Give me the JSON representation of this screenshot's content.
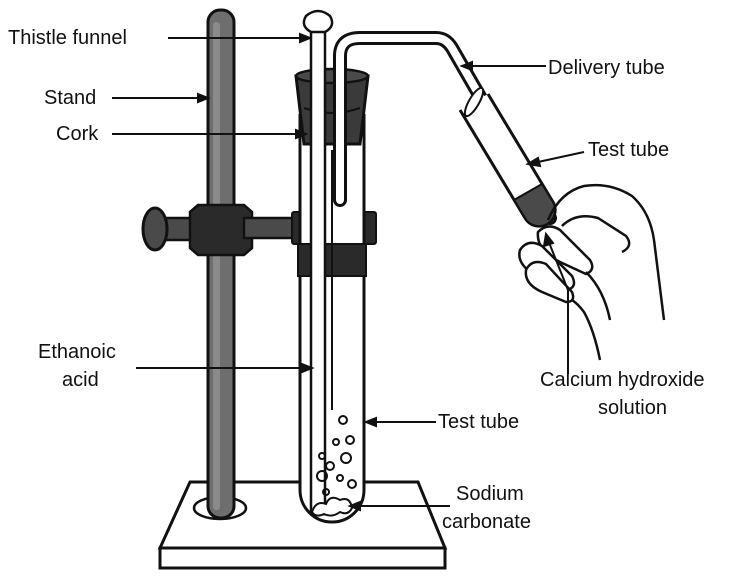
{
  "labels": {
    "thistle_funnel": "Thistle funnel",
    "stand": "Stand",
    "cork": "Cork",
    "ethanoic_acid_line1": "Ethanoic",
    "ethanoic_acid_line2": "acid",
    "delivery_tube": "Delivery tube",
    "test_tube_right": "Test tube",
    "test_tube_center": "Test tube",
    "calcium_line1": "Calcium hydroxide",
    "calcium_line2": "solution",
    "sodium_line1": "Sodium",
    "sodium_line2": "carbonate"
  },
  "colors": {
    "outline": "#111111",
    "stand_rod": "#6e6e6e",
    "stand_rod_dark": "#4a4a4a",
    "cork": "#3a3a3a",
    "clamp": "#2a2a2a",
    "base": "#ffffff"
  }
}
